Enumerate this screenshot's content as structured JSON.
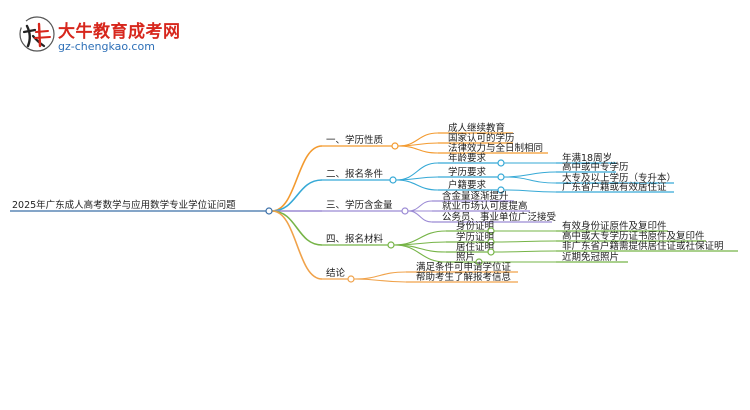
{
  "brand": {
    "mark_text": "大牛",
    "name": "大牛教育成考网",
    "url": "gz-chengkao.com",
    "brand_color": "#d7261c",
    "url_color": "#2d6fb7"
  },
  "mindmap": {
    "root": "2025年广东成人高考数学与应用数学专业学位证问题",
    "branches": [
      {
        "label": "一、学历性质",
        "color": "#f39a2f",
        "children": [
          {
            "label": "成人继续教育",
            "children": []
          },
          {
            "label": "国家认可的学历",
            "children": []
          },
          {
            "label": "法律效力与全日制相同",
            "children": []
          }
        ]
      },
      {
        "label": "二、报名条件",
        "color": "#36a9d6",
        "children": [
          {
            "label": "年龄要求",
            "children": [
              "年满18周岁"
            ]
          },
          {
            "label": "学历要求",
            "children": [
              "高中或中专学历",
              "大专及以上学历（专升本）"
            ]
          },
          {
            "label": "户籍要求",
            "children": [
              "广东省户籍或有效居住证"
            ]
          }
        ]
      },
      {
        "label": "三、学历含金量",
        "color": "#9b8ad4",
        "children": [
          {
            "label": "含金量逐渐提升",
            "children": []
          },
          {
            "label": "就业市场认可度提高",
            "children": []
          },
          {
            "label": "公务员、事业单位广泛接受",
            "children": []
          }
        ]
      },
      {
        "label": "四、报名材料",
        "color": "#76b447",
        "children": [
          {
            "label": "身份证明",
            "children": [
              "有效身份证原件及复印件"
            ]
          },
          {
            "label": "学历证明",
            "children": [
              "高中或大专学历证书原件及复印件"
            ]
          },
          {
            "label": "居住证明",
            "children": [
              "非广东省户籍需提供居住证或社保证明"
            ]
          },
          {
            "label": "照片",
            "children": [
              "近期免冠照片"
            ]
          }
        ]
      },
      {
        "label": "结论",
        "color": "#f0a24a",
        "children": [
          {
            "label": "满足条件可申请学位证",
            "children": []
          },
          {
            "label": "帮助考生了解报考信息",
            "children": []
          }
        ]
      }
    ]
  }
}
